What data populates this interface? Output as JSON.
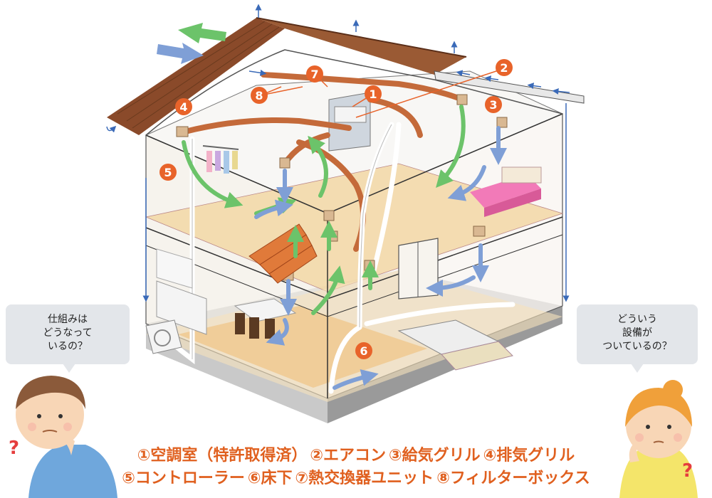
{
  "bubbles": {
    "left": [
      "仕組みは",
      "どうなって",
      "いるの？"
    ],
    "right": [
      "どういう",
      "設備が",
      "ついているの？"
    ]
  },
  "markers": [
    "1",
    "2",
    "3",
    "4",
    "5",
    "6",
    "7",
    "8"
  ],
  "question_mark": "?",
  "legend": {
    "line1": [
      "①空調室（特許取得済）",
      "②エアコン",
      "③給気グリル",
      "④排気グリル"
    ],
    "line2": [
      "⑤コントローラー",
      "⑥床下",
      "⑦熱交換器ユニット",
      "⑧フィルターボックス"
    ]
  },
  "colors": {
    "marker": "#e8632a",
    "legend_text": "#e0601f",
    "supply_arrow": "#6cc36a",
    "return_arrow": "#7f9fd6",
    "duct": "#c46a3a",
    "roof": "#8a4a2a",
    "floor": "#f2d7a4",
    "bubble_bg": "#e3e6ea"
  }
}
